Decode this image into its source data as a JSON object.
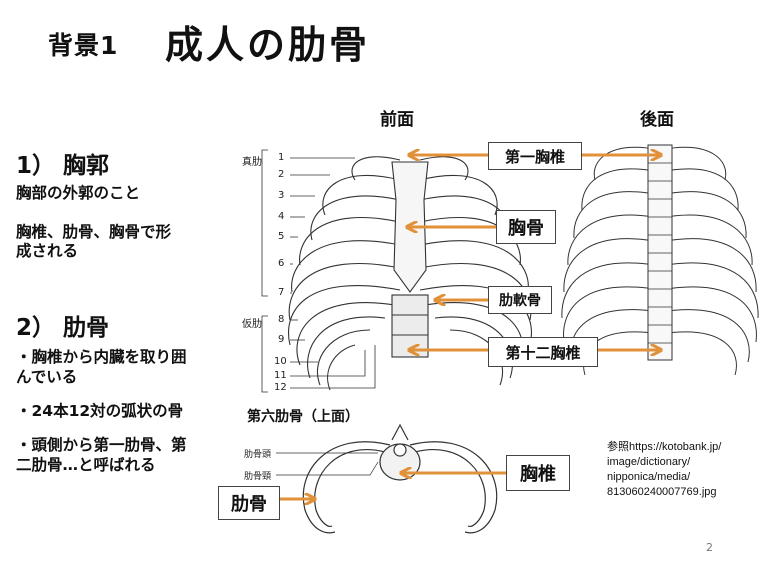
{
  "slide": {
    "title_prefix": "背景1",
    "title": "成人の肋骨",
    "page_number": "2"
  },
  "section1": {
    "heading": "1） 胸郭",
    "lines": [
      "胸部の外郭のこと",
      "胸椎、肋骨、胸骨で形",
      "成される"
    ]
  },
  "section2": {
    "heading": "2） 肋骨",
    "bullets": [
      {
        "line1": "・胸椎から内臓を取り囲",
        "line2": "んでいる"
      },
      {
        "line1": "・24本12対の弧状の骨",
        "line2": ""
      },
      {
        "line1": "・頭側から第一肋骨、第",
        "line2": "二肋骨…と呼ばれる"
      }
    ]
  },
  "figure": {
    "front_label": "前面",
    "back_label": "後面",
    "true_ribs_label": "真肋",
    "false_ribs_label": "仮肋",
    "rib_numbers": [
      "1",
      "2",
      "3",
      "4",
      "5",
      "6",
      "7",
      "8",
      "9",
      "10",
      "11",
      "12"
    ],
    "callouts": {
      "first_thoracic": "第一胸椎",
      "sternum": "胸骨",
      "costal_cartilage": "肋軟骨",
      "twelfth_thoracic": "第十二胸椎",
      "thoracic_vertebra": "胸椎",
      "rib": "肋骨"
    },
    "sixth_rib_title": "第六肋骨（上面）",
    "rib_head_label": "肋骨頭",
    "rib_neck_label": "肋骨頸",
    "arrow_color": "#e0913a"
  },
  "reference": {
    "lines": [
      "参照https://kotobank.jp/",
      "image/dictionary/",
      "nipponica/media/",
      "813060240007769.jpg"
    ]
  }
}
